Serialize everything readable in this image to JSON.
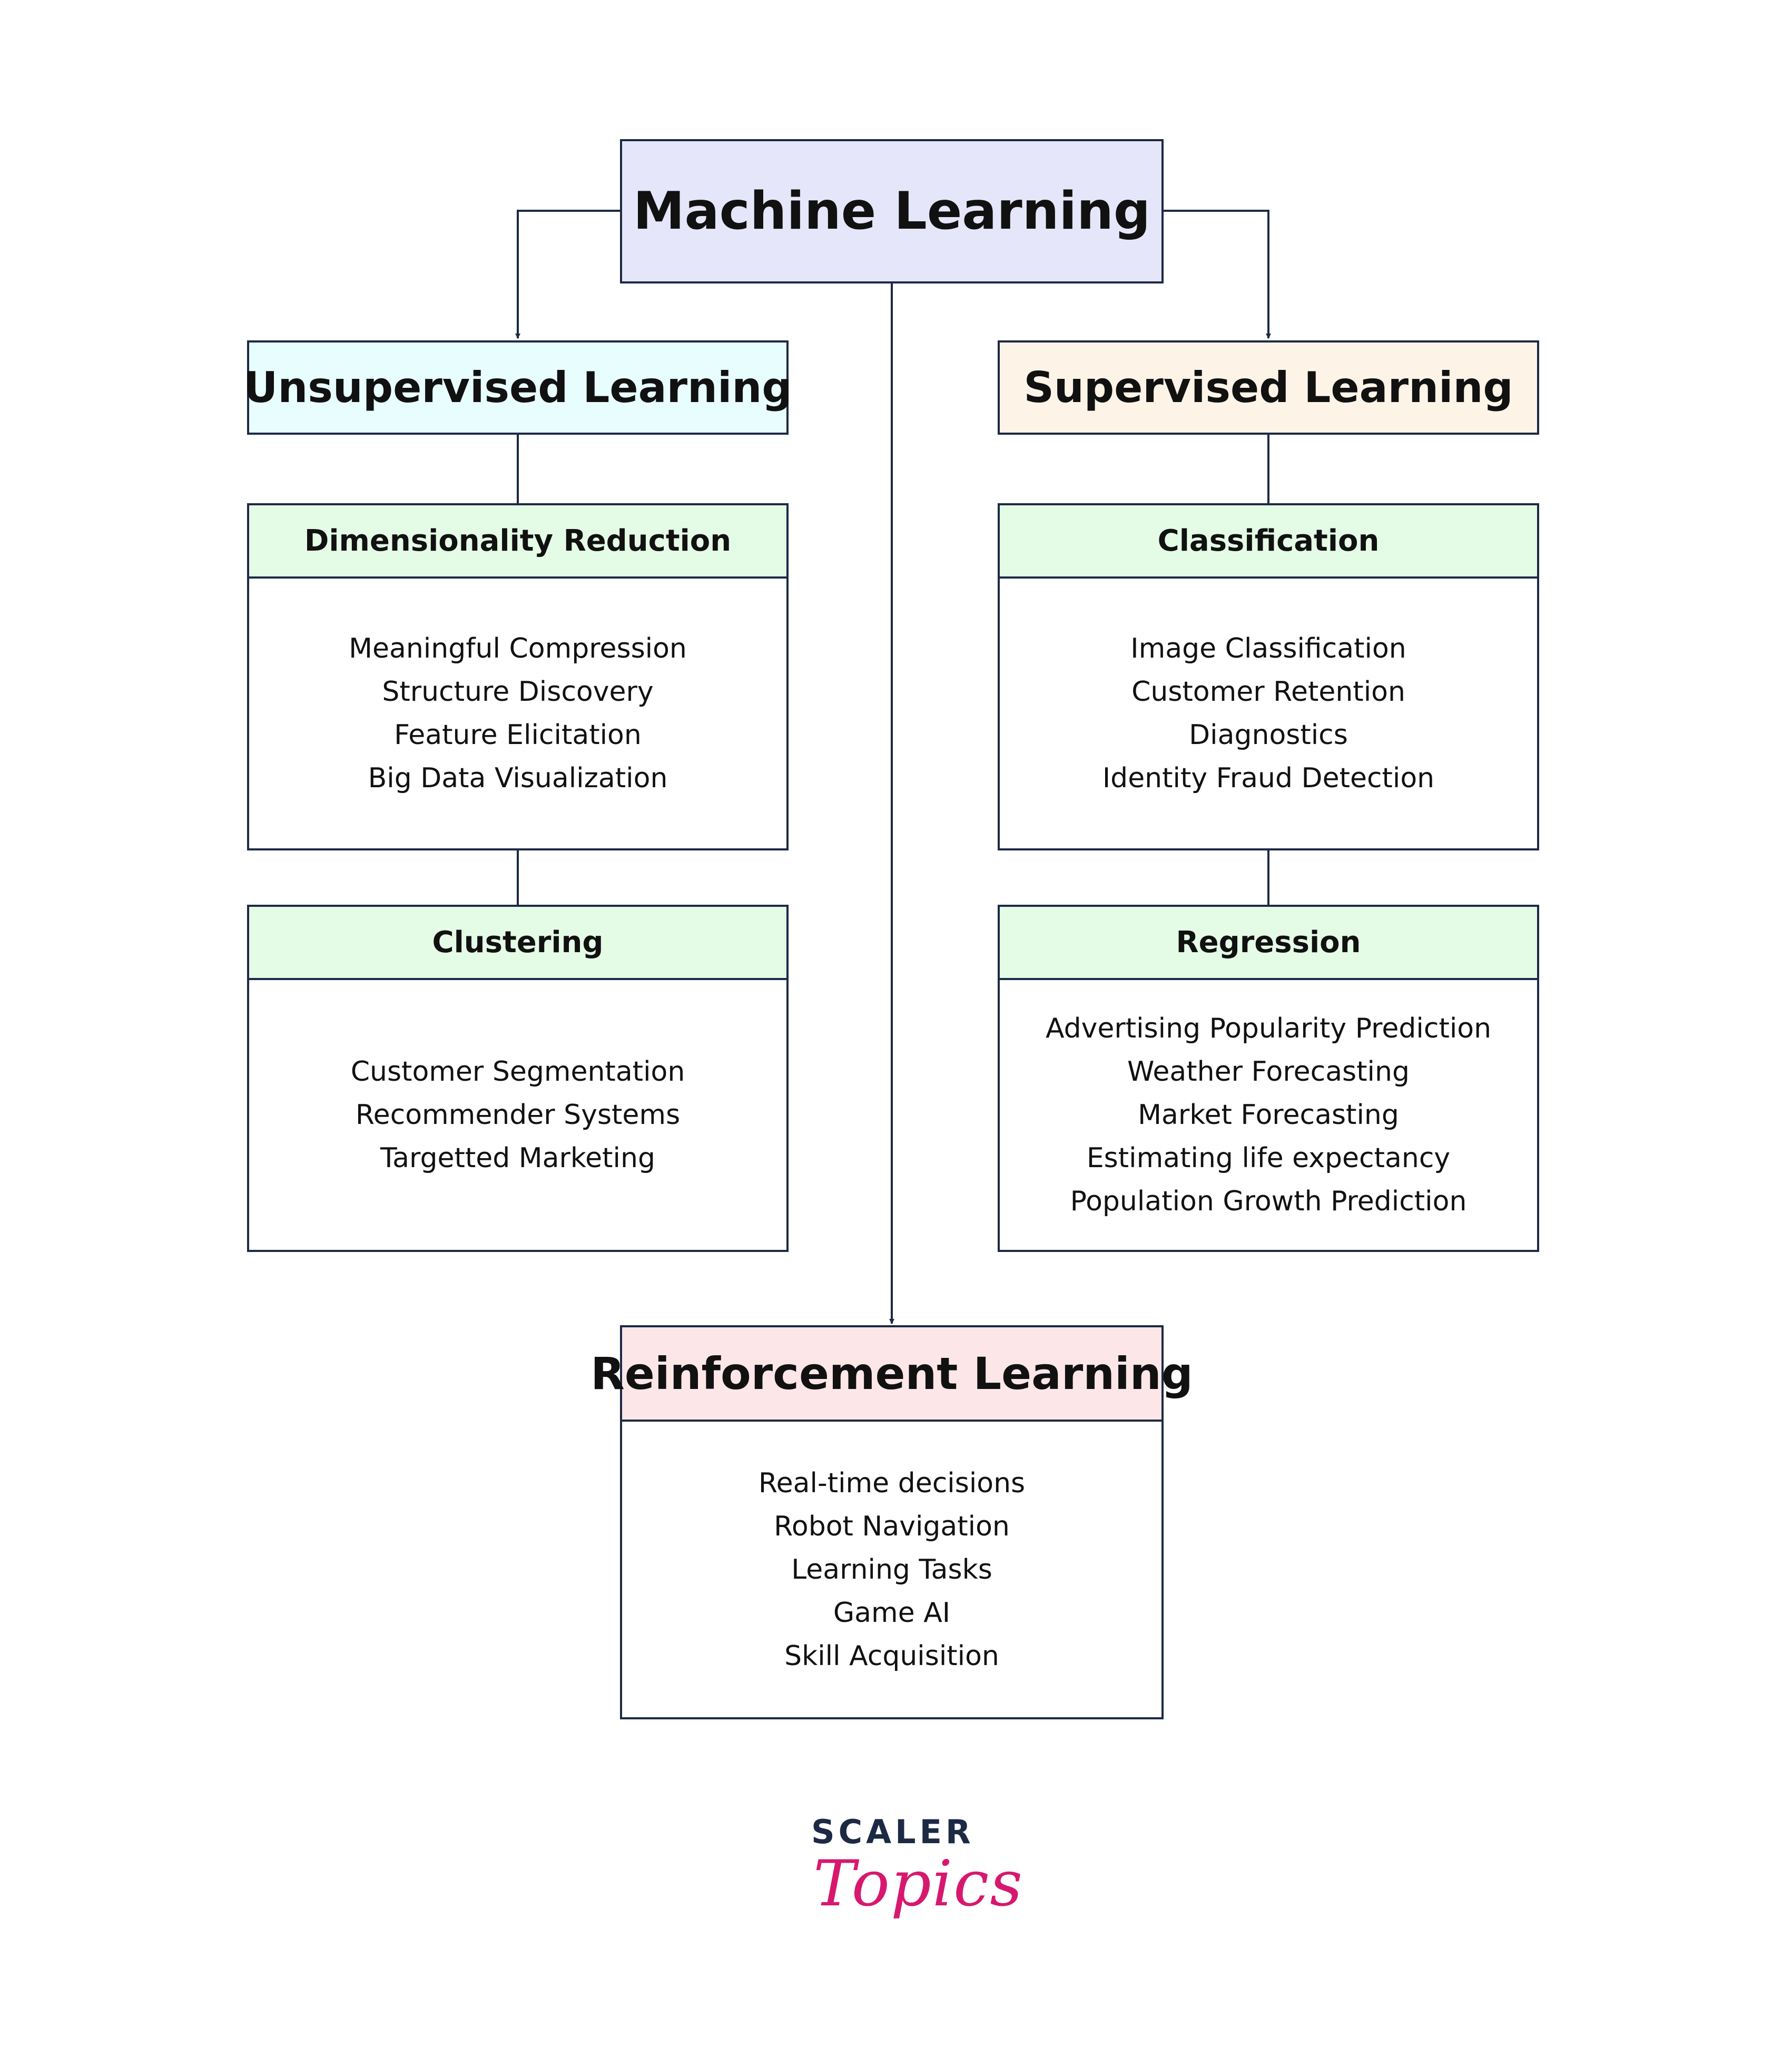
{
  "root": {
    "title": "Machine Learning",
    "fill": "#e6e6fa"
  },
  "unsupervised": {
    "title": "Unsupervised Learning",
    "fill": "#e8fdfd",
    "dimensionality": {
      "heading": "Dimensionality Reduction",
      "items": [
        "Meaningful Compression",
        "Structure Discovery",
        "Feature Elicitation",
        "Big Data Visualization"
      ]
    },
    "clustering": {
      "heading": "Clustering",
      "items": [
        "Customer Segmentation",
        "Recommender Systems",
        "Targetted Marketing"
      ]
    }
  },
  "supervised": {
    "title": "Supervised Learning",
    "fill": "#fdf4e7",
    "classification": {
      "heading": "Classification",
      "items": [
        "Image Classification",
        "Customer Retention",
        "Diagnostics",
        "Identity Fraud Detection"
      ]
    },
    "regression": {
      "heading": "Regression",
      "items": [
        "Advertising Popularity Prediction",
        "Weather Forecasting",
        "Market Forecasting",
        "Estimating life expectancy",
        "Population Growth Prediction"
      ]
    }
  },
  "reinforcement": {
    "title": "Reinforcement Learning",
    "fill": "#fde6e8",
    "items": [
      "Real-time decisions",
      "Robot Navigation",
      "Learning Tasks",
      "Game AI",
      "Skill Acquisition"
    ]
  },
  "subheading_fill": "#e4fbe6",
  "line_color": "#1c2a44",
  "logo": {
    "word": "SCALER",
    "script": "Topics"
  }
}
